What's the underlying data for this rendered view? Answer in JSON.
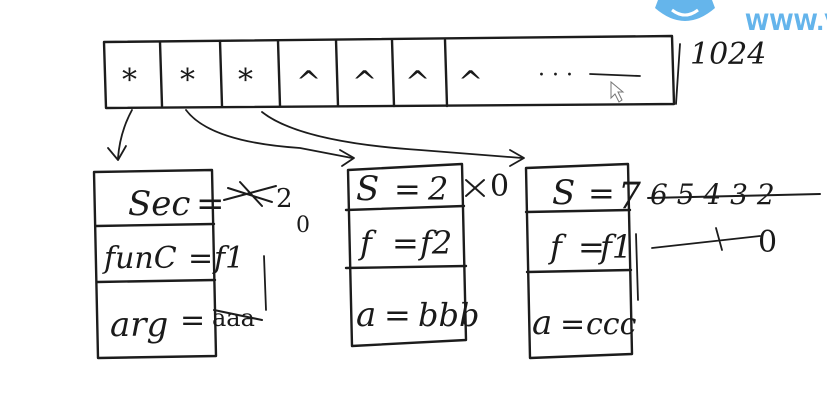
{
  "watermark": {
    "text": "WWW.V",
    "logo_color": "#4aa8e8"
  },
  "array": {
    "cells": [
      "*",
      "*",
      "*",
      "^",
      "^",
      "^",
      "^"
    ],
    "ellipsis": "· · ·",
    "size_label": "1024"
  },
  "nodes": [
    {
      "rows": [
        {
          "key": "Sec",
          "value": "2"
        },
        {
          "key": "funC",
          "value": "f1"
        },
        {
          "key": "arg",
          "value": "aaa"
        }
      ],
      "side": "0"
    },
    {
      "rows": [
        {
          "key": "S",
          "value": "2"
        },
        {
          "key": "f",
          "value": "f2"
        },
        {
          "key": "a",
          "value": "bbb"
        }
      ],
      "side": "0"
    },
    {
      "rows": [
        {
          "key": "S",
          "value": "7"
        },
        {
          "key": "f",
          "value": "f1"
        },
        {
          "key": "a",
          "value": "ccc"
        }
      ],
      "side": "0"
    }
  ],
  "node3_side_note": "6 5 4 3 2",
  "ink_color": "#1c1c1c"
}
